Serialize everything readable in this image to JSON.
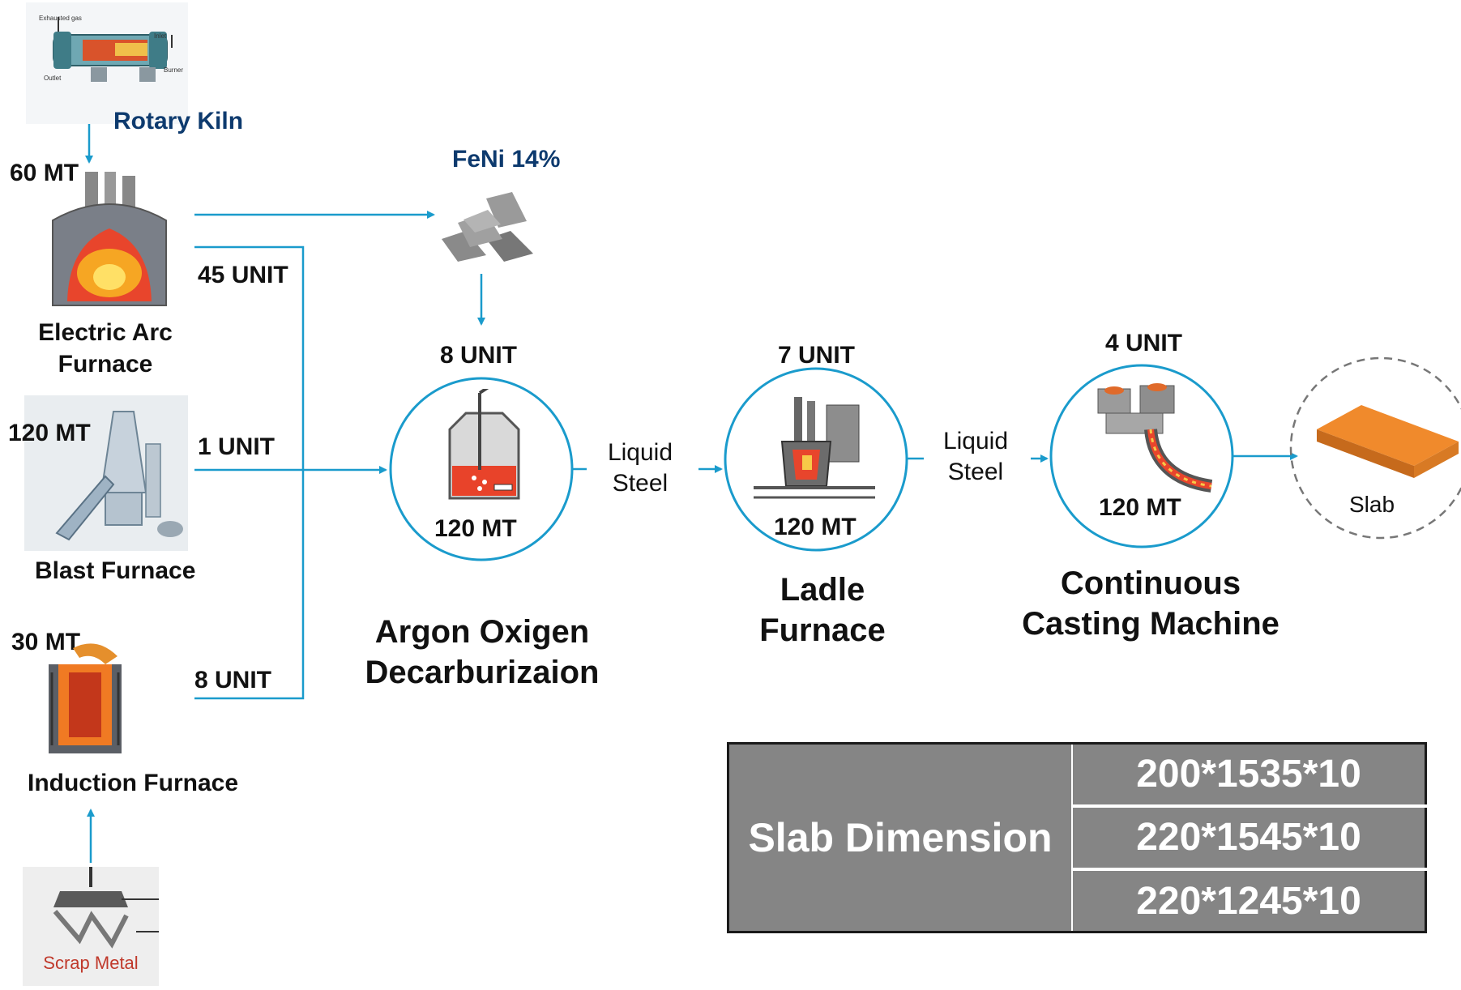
{
  "sources": {
    "rotary_kiln": {
      "label": "Rotary Kiln",
      "img_labels": [
        "Exhausted gas",
        "Inlet",
        "Burner",
        "Outlet"
      ]
    },
    "electric_arc": {
      "capacity": "60 MT",
      "label_line1": "Electric Arc",
      "label_line2": "Furnace",
      "units": "45 UNIT"
    },
    "blast": {
      "capacity": "120 MT",
      "label": "Blast Furnace",
      "units": "1 UNIT"
    },
    "induction": {
      "capacity": "30 MT",
      "label": "Induction Furnace",
      "units": "8 UNIT"
    },
    "scrap": {
      "label": "Scrap Metal"
    }
  },
  "feni": {
    "label": "FeNi 14%"
  },
  "aod": {
    "units": "8 UNIT",
    "capacity": "120 MT",
    "label_line1": "Argon Oxigen",
    "label_line2": "Decarburizaion"
  },
  "transfer1": {
    "line1": "Liquid",
    "line2": "Steel"
  },
  "ladle": {
    "units": "7 UNIT",
    "capacity": "120 MT",
    "label_line1": "Ladle",
    "label_line2": "Furnace"
  },
  "transfer2": {
    "line1": "Liquid",
    "line2": "Steel"
  },
  "ccm": {
    "units": "4 UNIT",
    "capacity": "120 MT",
    "label_line1": "Continuous",
    "label_line2": "Casting Machine"
  },
  "slab": {
    "label": "Slab"
  },
  "dimension_table": {
    "header": "Slab Dimension",
    "values": [
      "200*1535*10",
      "220*1545*10",
      "220*1245*10"
    ]
  },
  "colors": {
    "arrow": "#1a9bcc",
    "circle": "#1a9bcc",
    "label_blue": "#0d3a6e",
    "table_bg": "#858585",
    "slab": "#e98a2e"
  }
}
